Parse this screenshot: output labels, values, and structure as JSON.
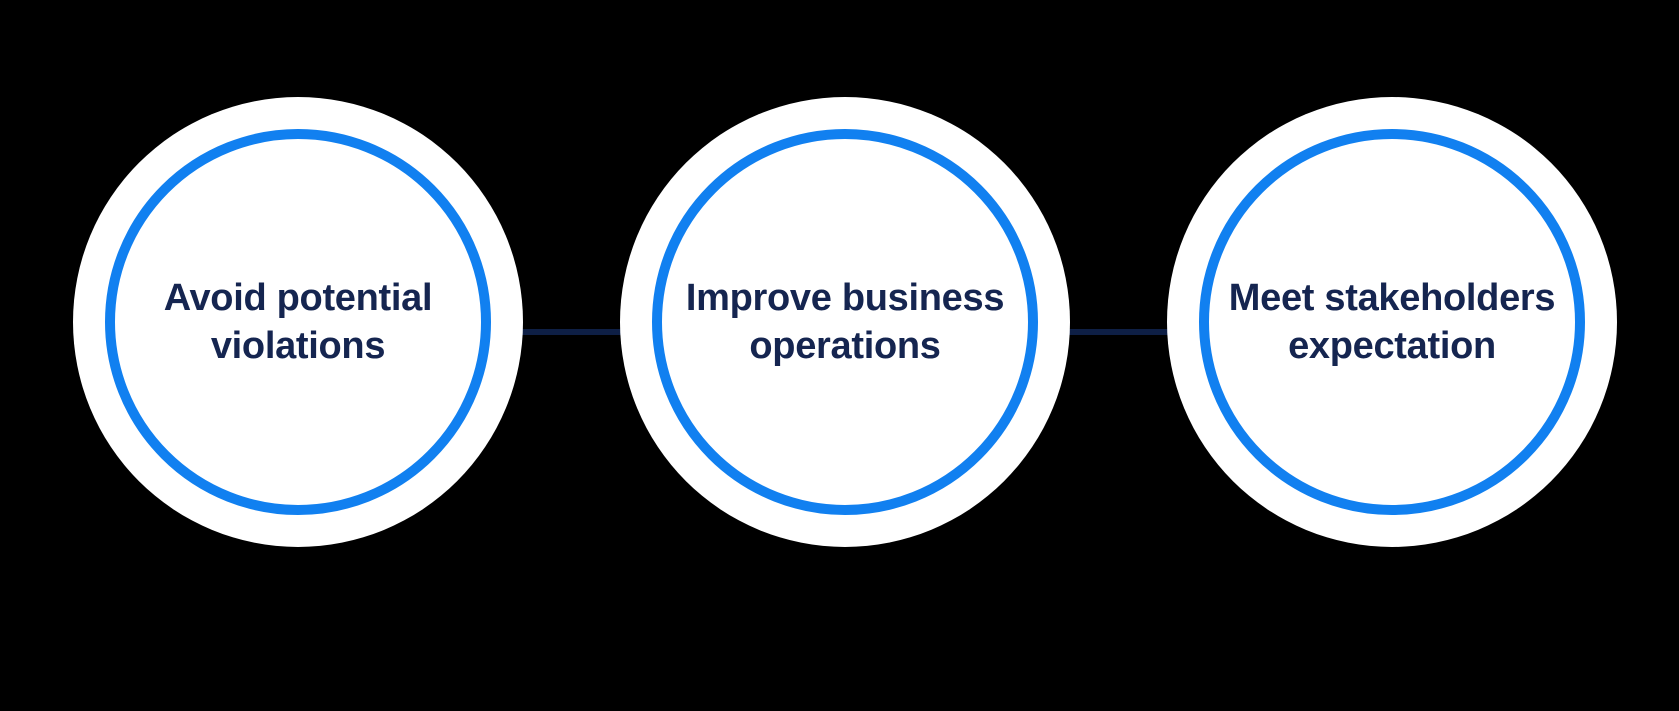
{
  "diagram": {
    "type": "process-flow",
    "title": "",
    "nodes": [
      {
        "label": "Avoid potential violations",
        "lines": [
          "Avoid potential",
          "violations"
        ]
      },
      {
        "label": "Improve business operations",
        "lines": [
          "Improve business",
          "operations"
        ]
      },
      {
        "label": "Meet stakeholders expectation",
        "lines": [
          "Meet stakeholders",
          "expectation"
        ]
      }
    ],
    "connector_count": 2,
    "colors": {
      "background": "#000000",
      "circle_fill": "#FFFFFF",
      "ring_accent": "#1180F0",
      "label_text": "#152550",
      "connector_line": "#0E1F45"
    }
  }
}
